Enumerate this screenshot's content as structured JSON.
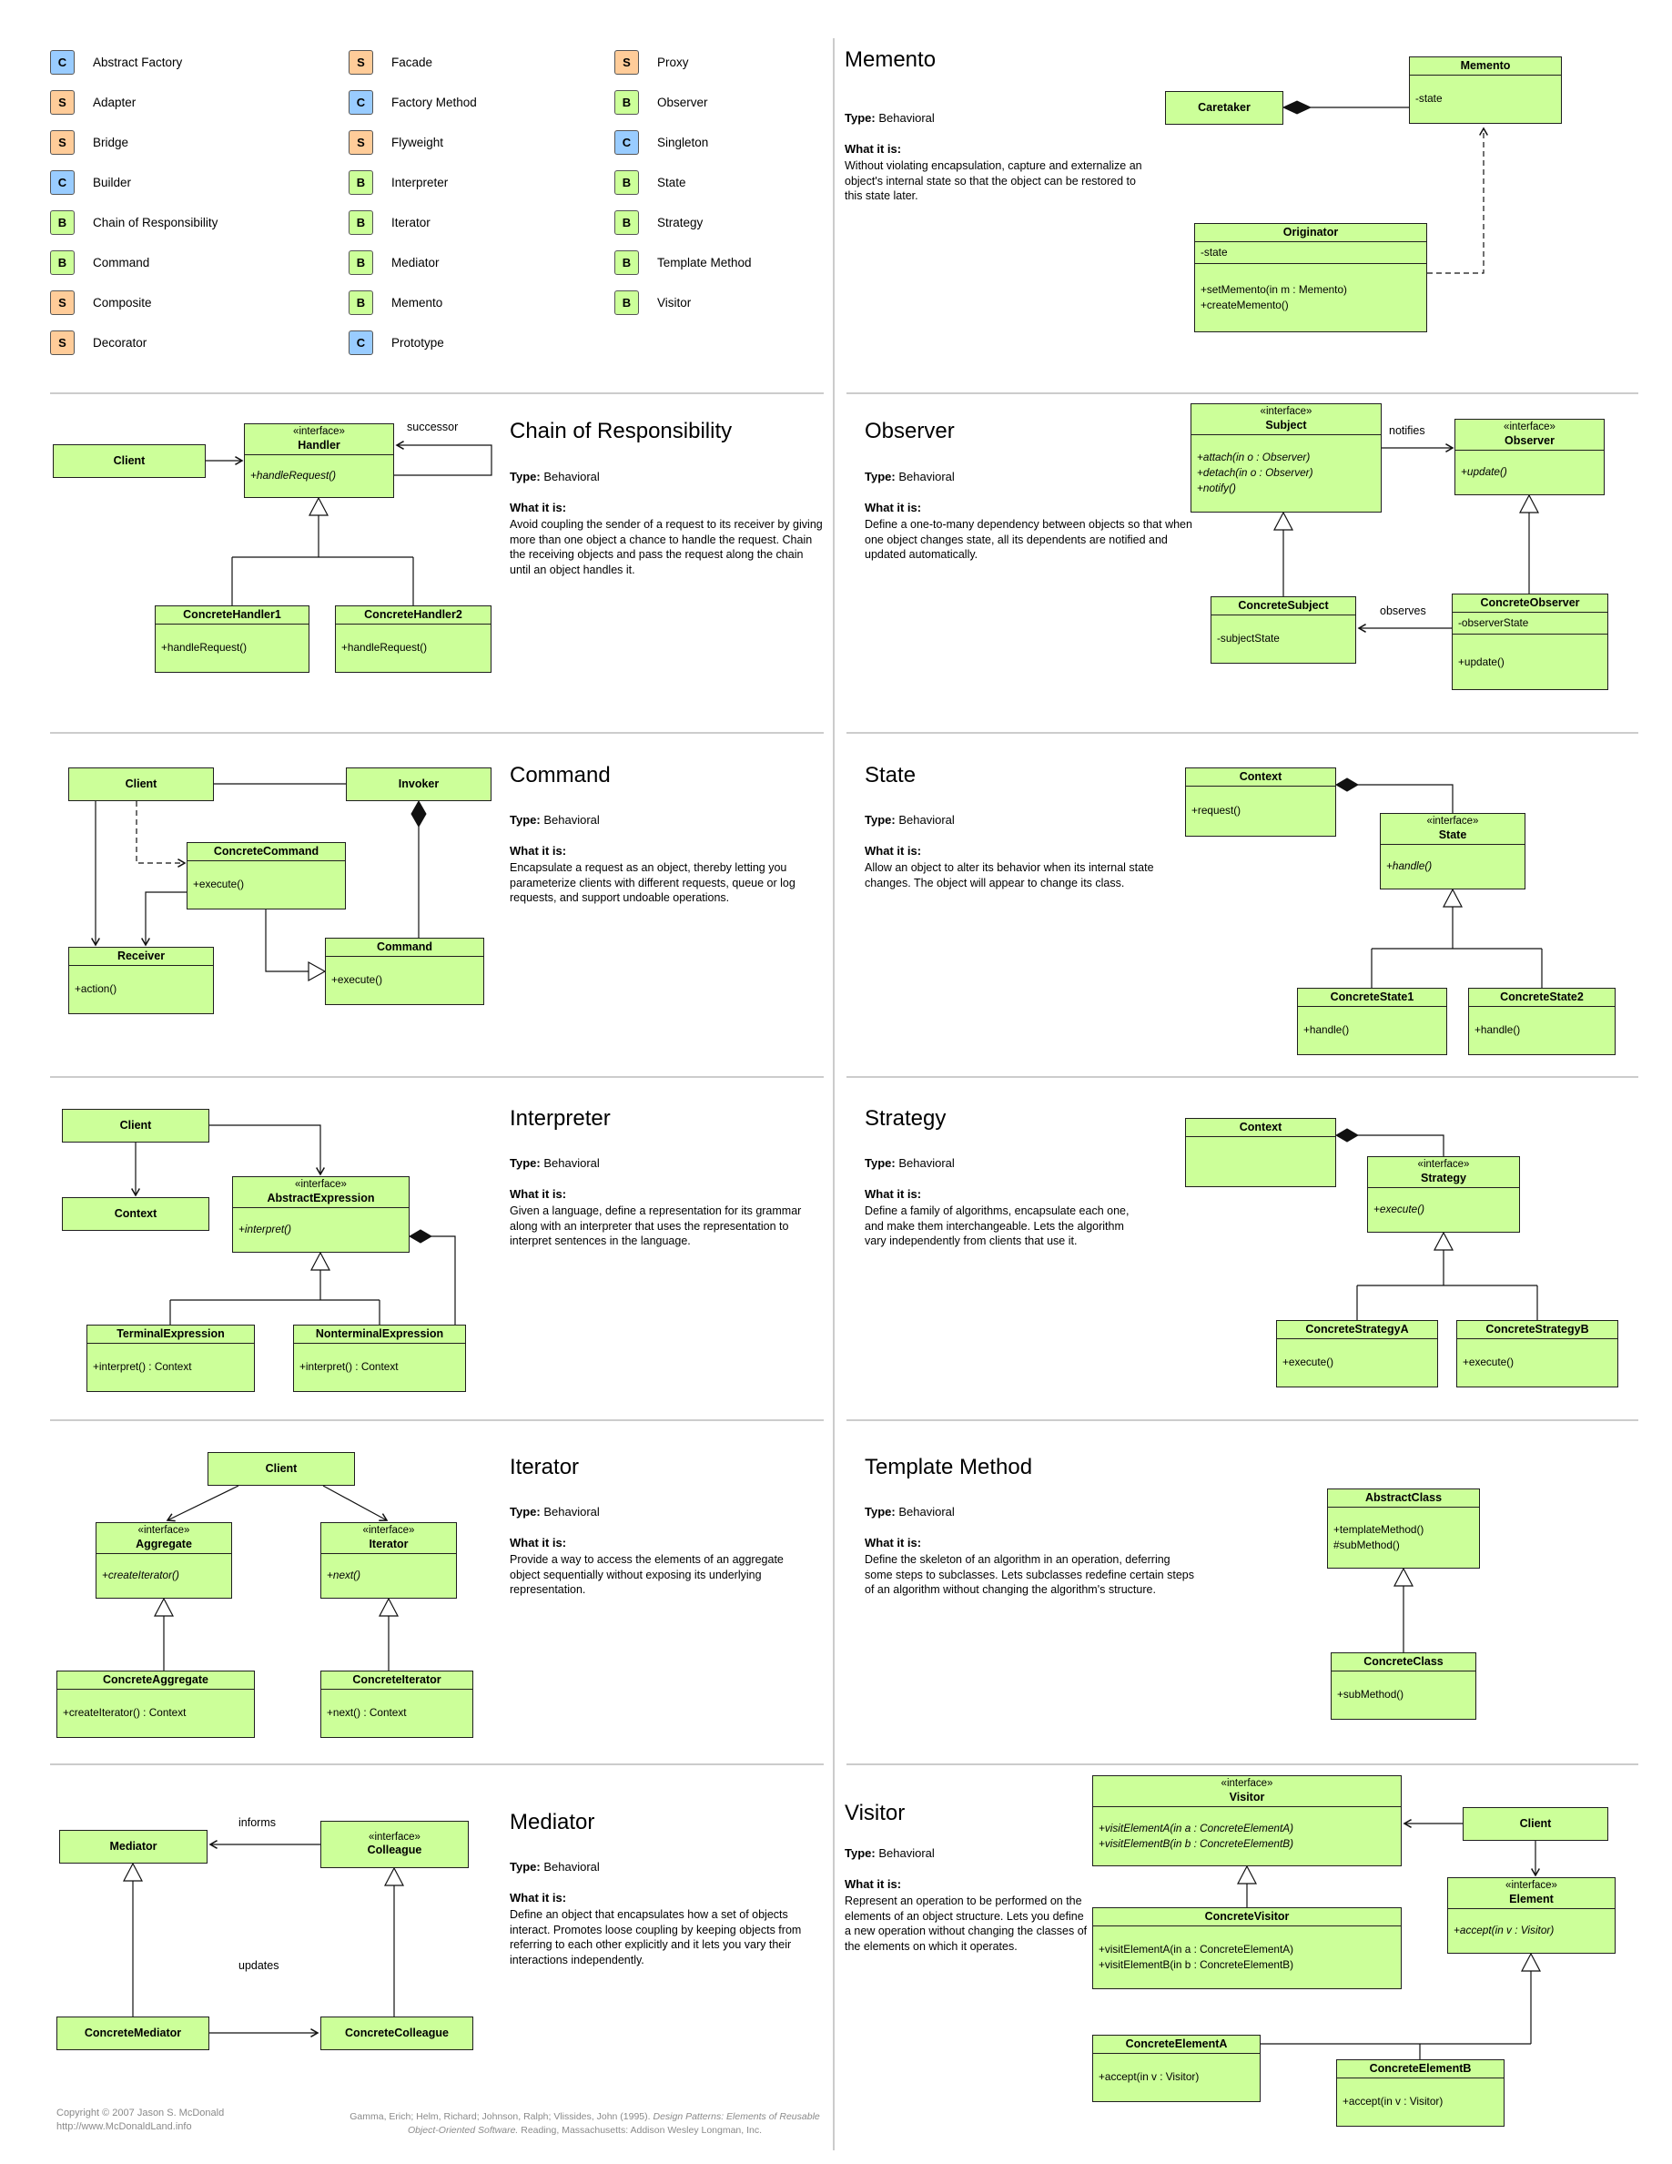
{
  "legend": {
    "columns": [
      {
        "items": [
          {
            "letter": "C",
            "label": "Abstract Factory"
          },
          {
            "letter": "S",
            "label": "Adapter"
          },
          {
            "letter": "S",
            "label": "Bridge"
          },
          {
            "letter": "C",
            "label": "Builder"
          },
          {
            "letter": "B",
            "label": "Chain of Responsibility"
          },
          {
            "letter": "B",
            "label": "Command"
          },
          {
            "letter": "S",
            "label": "Composite"
          },
          {
            "letter": "S",
            "label": "Decorator"
          }
        ]
      },
      {
        "items": [
          {
            "letter": "S",
            "label": "Facade"
          },
          {
            "letter": "C",
            "label": "Factory Method"
          },
          {
            "letter": "S",
            "label": "Flyweight"
          },
          {
            "letter": "B",
            "label": "Interpreter"
          },
          {
            "letter": "B",
            "label": "Iterator"
          },
          {
            "letter": "B",
            "label": "Mediator"
          },
          {
            "letter": "B",
            "label": "Memento"
          },
          {
            "letter": "C",
            "label": "Prototype"
          }
        ]
      },
      {
        "items": [
          {
            "letter": "S",
            "label": "Proxy"
          },
          {
            "letter": "B",
            "label": "Observer"
          },
          {
            "letter": "C",
            "label": "Singleton"
          },
          {
            "letter": "B",
            "label": "State"
          },
          {
            "letter": "B",
            "label": "Strategy"
          },
          {
            "letter": "B",
            "label": "Template Method"
          },
          {
            "letter": "B",
            "label": "Visitor"
          }
        ]
      }
    ]
  },
  "labels": {
    "type": "Type:",
    "behavioral": "Behavioral",
    "what": "What it is:",
    "interface": "«interface»"
  },
  "relations": {
    "successor": "successor",
    "notifies": "notifies",
    "observes": "observes",
    "informs": "informs",
    "updates": "updates"
  },
  "sections": {
    "memento": {
      "title": "Memento",
      "description": "Without violating encapsulation, capture and externalize an object's internal state so that the object can be restored to this state later.",
      "classes": {
        "caretaker": {
          "name": "Caretaker"
        },
        "memento": {
          "name": "Memento",
          "attrs": [
            "-state"
          ]
        },
        "originator": {
          "name": "Originator",
          "attrs": [
            "-state"
          ],
          "methods": [
            "+setMemento(in m : Memento)",
            "+createMemento()"
          ]
        }
      }
    },
    "chain": {
      "title": "Chain of Responsibility",
      "description": "Avoid coupling the sender of a request to its receiver by giving more than one object a chance to handle the request. Chain the receiving objects and pass the request along the chain until an object handles it.",
      "classes": {
        "client": {
          "name": "Client"
        },
        "handler": {
          "name": "Handler",
          "methods": [
            "+handleRequest()"
          ]
        },
        "concrete1": {
          "name": "ConcreteHandler1",
          "methods": [
            "+handleRequest()"
          ]
        },
        "concrete2": {
          "name": "ConcreteHandler2",
          "methods": [
            "+handleRequest()"
          ]
        }
      }
    },
    "observer": {
      "title": "Observer",
      "description": "Define a one-to-many dependency between objects so that when one object changes state, all its dependents are notified and updated automatically.",
      "classes": {
        "subject": {
          "name": "Subject",
          "methods": [
            "+attach(in o : Observer)",
            "+detach(in o : Observer)",
            "+notify()"
          ]
        },
        "observer": {
          "name": "Observer",
          "methods": [
            "+update()"
          ]
        },
        "concreteSubject": {
          "name": "ConcreteSubject",
          "attrs": [
            "-subjectState"
          ]
        },
        "concreteObserver": {
          "name": "ConcreteObserver",
          "attrs": [
            "-observerState"
          ],
          "methods": [
            "+update()"
          ]
        }
      }
    },
    "command": {
      "title": "Command",
      "description": "Encapsulate a request as an object, thereby letting you parameterize clients with different requests, queue or log requests, and support undoable operations.",
      "classes": {
        "client": {
          "name": "Client"
        },
        "invoker": {
          "name": "Invoker"
        },
        "concreteCommand": {
          "name": "ConcreteCommand",
          "methods": [
            "+execute()"
          ]
        },
        "receiver": {
          "name": "Receiver",
          "methods": [
            "+action()"
          ]
        },
        "command": {
          "name": "Command",
          "methods": [
            "+execute()"
          ]
        }
      }
    },
    "state": {
      "title": "State",
      "description": "Allow an object to alter its behavior when its internal state changes. The object will appear to change its class.",
      "classes": {
        "context": {
          "name": "Context",
          "methods": [
            "+request()"
          ]
        },
        "state": {
          "name": "State",
          "methods": [
            "+handle()"
          ]
        },
        "concrete1": {
          "name": "ConcreteState1",
          "methods": [
            "+handle()"
          ]
        },
        "concrete2": {
          "name": "ConcreteState2",
          "methods": [
            "+handle()"
          ]
        }
      }
    },
    "interpreter": {
      "title": "Interpreter",
      "description": "Given a language, define a representation for its grammar along with an interpreter that uses the representation to interpret sentences in the language.",
      "classes": {
        "client": {
          "name": "Client"
        },
        "context": {
          "name": "Context"
        },
        "abstractExpression": {
          "name": "AbstractExpression",
          "methods": [
            "+interpret()"
          ]
        },
        "terminal": {
          "name": "TerminalExpression",
          "methods": [
            "+interpret() : Context"
          ]
        },
        "nonterminal": {
          "name": "NonterminalExpression",
          "methods": [
            "+interpret() : Context"
          ]
        }
      }
    },
    "strategy": {
      "title": "Strategy",
      "description": "Define a family of algorithms, encapsulate each one, and make them interchangeable. Lets the algorithm vary independently from clients that use it.",
      "classes": {
        "context": {
          "name": "Context"
        },
        "strategy": {
          "name": "Strategy",
          "methods": [
            "+execute()"
          ]
        },
        "concreteA": {
          "name": "ConcreteStrategyA",
          "methods": [
            "+execute()"
          ]
        },
        "concreteB": {
          "name": "ConcreteStrategyB",
          "methods": [
            "+execute()"
          ]
        }
      }
    },
    "iterator": {
      "title": "Iterator",
      "description": "Provide a way to access the elements of an aggregate object sequentially without exposing its underlying representation.",
      "classes": {
        "client": {
          "name": "Client"
        },
        "aggregate": {
          "name": "Aggregate",
          "methods": [
            "+createIterator()"
          ]
        },
        "iterator": {
          "name": "Iterator",
          "methods": [
            "+next()"
          ]
        },
        "concreteAggregate": {
          "name": "ConcreteAggregate",
          "methods": [
            "+createIterator() : Context"
          ]
        },
        "concreteIterator": {
          "name": "ConcreteIterator",
          "methods": [
            "+next() : Context"
          ]
        }
      }
    },
    "template_method": {
      "title": "Template Method",
      "description": "Define the skeleton of an algorithm in an operation, deferring some steps to subclasses. Lets subclasses redefine certain steps of an algorithm without changing the algorithm's structure.",
      "classes": {
        "abstractClass": {
          "name": "AbstractClass",
          "methods": [
            "+templateMethod()",
            "#subMethod()"
          ]
        },
        "concreteClass": {
          "name": "ConcreteClass",
          "methods": [
            "+subMethod()"
          ]
        }
      }
    },
    "mediator": {
      "title": "Mediator",
      "description": "Define an object that encapsulates how a set of objects interact. Promotes loose coupling by keeping objects from referring to each other explicitly and it lets you vary their interactions independently.",
      "classes": {
        "mediator": {
          "name": "Mediator"
        },
        "colleague": {
          "name": "Colleague"
        },
        "concreteMediator": {
          "name": "ConcreteMediator"
        },
        "concreteColleague": {
          "name": "ConcreteColleague"
        }
      }
    },
    "visitor": {
      "title": "Visitor",
      "description": "Represent an operation to be performed on the elements of an object structure. Lets you define a new operation without changing the classes of the elements on which it operates.",
      "classes": {
        "visitor": {
          "name": "Visitor",
          "methods": [
            "+visitElementA(in a : ConcreteElementA)",
            "+visitElementB(in b : ConcreteElementB)"
          ]
        },
        "client": {
          "name": "Client"
        },
        "concreteVisitor": {
          "name": "ConcreteVisitor",
          "methods": [
            "+visitElementA(in a : ConcreteElementA)",
            "+visitElementB(in b : ConcreteElementB)"
          ]
        },
        "element": {
          "name": "Element",
          "methods": [
            "+accept(in v : Visitor)"
          ]
        },
        "concreteElementA": {
          "name": "ConcreteElementA",
          "methods": [
            "+accept(in v : Visitor)"
          ]
        },
        "concreteElementB": {
          "name": "ConcreteElementB",
          "methods": [
            "+accept(in v : Visitor)"
          ]
        }
      }
    }
  },
  "footer": {
    "copyright_line1": "Copyright © 2007 Jason S. McDonald",
    "copyright_line2": "http://www.McDonaldLand.info",
    "citation_pre": "Gamma, Erich; Helm, Richard; Johnson, Ralph; Vlissides, John (1995). ",
    "citation_title": "Design Patterns: Elements of Reusable Object-Oriented Software.",
    "citation_post": " Reading, Massachusetts: Addison Wesley Longman, Inc."
  }
}
